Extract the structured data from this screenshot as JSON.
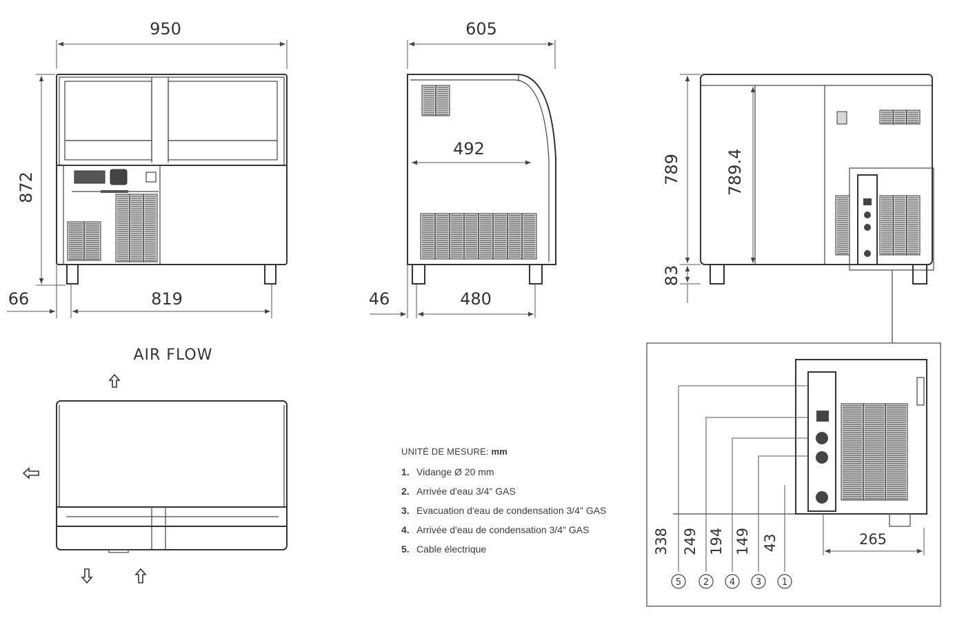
{
  "front_view": {
    "width": "950",
    "height": "872",
    "leg_height": "66",
    "leg_span": "819"
  },
  "side_view": {
    "depth": "605",
    "inner_depth": "492",
    "leg_height": "46",
    "leg_span": "480"
  },
  "rear_view": {
    "height_outer": "789",
    "height_inner": "789.4",
    "leg_height": "83"
  },
  "top_view": {
    "label": "AIR FLOW"
  },
  "detail_view": {
    "offset_width": "265",
    "heights": [
      {
        "value": "338",
        "ref": "5"
      },
      {
        "value": "249",
        "ref": "2"
      },
      {
        "value": "194",
        "ref": "4"
      },
      {
        "value": "149",
        "ref": "3"
      },
      {
        "value": "43",
        "ref": "1"
      }
    ]
  },
  "legend": {
    "title_prefix": "UNITÉ DE MESURE:",
    "title_unit": "mm",
    "items": [
      {
        "num": "1.",
        "text": "Vidange Ø 20 mm"
      },
      {
        "num": "2.",
        "text": "Arrivée d'eau 3/4\" GAS"
      },
      {
        "num": "3.",
        "text": "Evacuation d'eau de condensation 3/4\" GAS"
      },
      {
        "num": "4.",
        "text": "Arrivée d'eau de condensation 3/4\" GAS"
      },
      {
        "num": "5.",
        "text": "Cable électrique"
      }
    ]
  }
}
